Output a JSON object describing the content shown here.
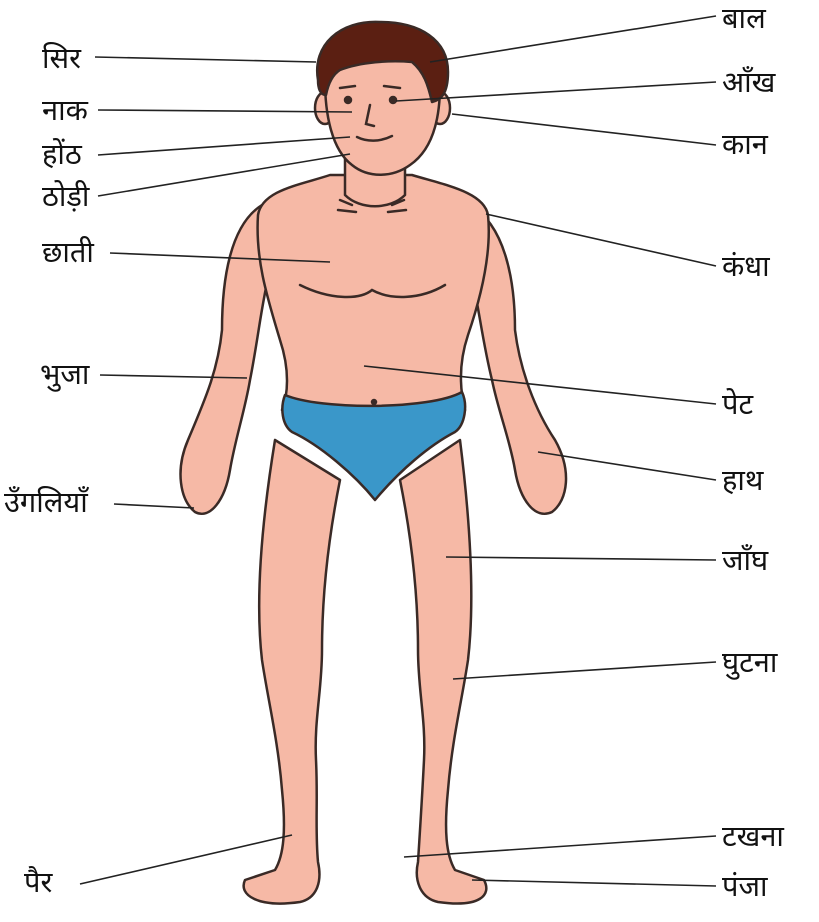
{
  "colors": {
    "skin": "#f6b9a6",
    "skin_shade": "#ec9a85",
    "hair": "#5b1f12",
    "briefs": "#3a97c9",
    "outline": "#3a2a26",
    "leader_line": "#222222"
  },
  "labels_left": {
    "head": "सिर",
    "nose": "नाक",
    "lips": "होंठ",
    "chin": "ठोड़ी",
    "chest": "छाती",
    "arm": "भुजा",
    "fingers": "उँगलियाँ",
    "foot": "पैर"
  },
  "labels_right": {
    "hair": "बाल",
    "eye": "आँख",
    "ear": "कान",
    "shoulder": "कंधा",
    "stomach": "पेट",
    "hand": "हाथ",
    "thigh": "जाँघ",
    "knee": "घुटना",
    "ankle": "टखना",
    "toes": "पंजा"
  }
}
